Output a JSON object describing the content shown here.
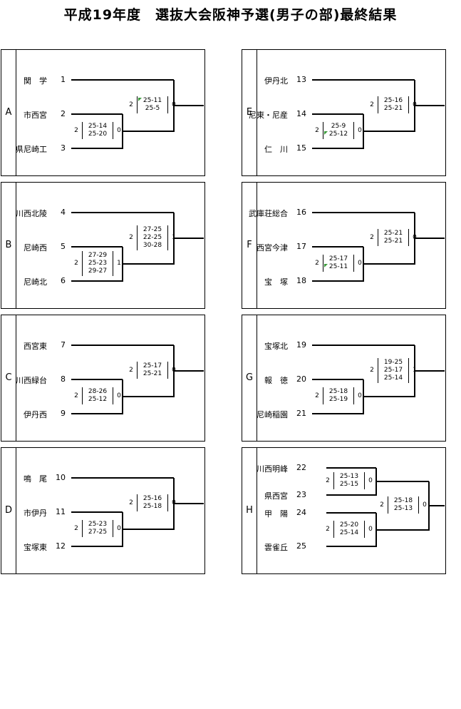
{
  "title": "平成19年度　選抜大会阪神予選(男子の部)最終結果",
  "blocks": [
    {
      "letter": "A",
      "teams": [
        {
          "name": "関　学",
          "seed": "1"
        },
        {
          "name": "市西宮",
          "seed": "2"
        },
        {
          "name": "県尼崎工",
          "seed": "3"
        }
      ],
      "match1": {
        "sets": [
          "25-14",
          "25-20"
        ],
        "left_sets": "2",
        "right_sets": "0"
      },
      "final": {
        "sets": [
          "25-11",
          "25-5"
        ],
        "left_sets": "2",
        "right_sets": "0"
      }
    },
    {
      "letter": "B",
      "teams": [
        {
          "name": "川西北陵",
          "seed": "4"
        },
        {
          "name": "尼崎西",
          "seed": "5"
        },
        {
          "name": "尼崎北",
          "seed": "6"
        }
      ],
      "match1": {
        "sets": [
          "27-29",
          "25-23",
          "29-27"
        ],
        "left_sets": "2",
        "right_sets": "1"
      },
      "final": {
        "sets": [
          "27-25",
          "22-25",
          "30-28"
        ],
        "left_sets": "2",
        "right_sets": "1"
      }
    },
    {
      "letter": "C",
      "teams": [
        {
          "name": "西宮東",
          "seed": "7"
        },
        {
          "name": "川西緑台",
          "seed": "8"
        },
        {
          "name": "伊丹西",
          "seed": "9"
        }
      ],
      "match1": {
        "sets": [
          "28-26",
          "25-12"
        ],
        "left_sets": "2",
        "right_sets": "0"
      },
      "final": {
        "sets": [
          "25-17",
          "25-21"
        ],
        "left_sets": "2",
        "right_sets": "0"
      }
    },
    {
      "letter": "D",
      "teams": [
        {
          "name": "鳴　尾",
          "seed": "10"
        },
        {
          "name": "市伊丹",
          "seed": "11"
        },
        {
          "name": "宝塚東",
          "seed": "12"
        }
      ],
      "match1": {
        "sets": [
          "25-23",
          "27-25"
        ],
        "left_sets": "2",
        "right_sets": "0"
      },
      "final": {
        "sets": [
          "25-16",
          "25-18"
        ],
        "left_sets": "2",
        "right_sets": "0"
      }
    },
    {
      "letter": "E",
      "teams": [
        {
          "name": "伊丹北",
          "seed": "13"
        },
        {
          "name": "尼東・尼産",
          "seed": "14"
        },
        {
          "name": "仁　川",
          "seed": "15"
        }
      ],
      "match1": {
        "sets": [
          "25-9",
          "25-12"
        ],
        "left_sets": "2",
        "right_sets": "0"
      },
      "final": {
        "sets": [
          "25-16",
          "25-21"
        ],
        "left_sets": "2",
        "right_sets": "0"
      }
    },
    {
      "letter": "F",
      "teams": [
        {
          "name": "武庫荘総合",
          "seed": "16"
        },
        {
          "name": "西宮今津",
          "seed": "17"
        },
        {
          "name": "宝　塚",
          "seed": "18"
        }
      ],
      "match1": {
        "sets": [
          "25-17",
          "25-11"
        ],
        "left_sets": "2",
        "right_sets": "0"
      },
      "final": {
        "sets": [
          "25-21",
          "25-21"
        ],
        "left_sets": "2",
        "right_sets": "0"
      }
    },
    {
      "letter": "G",
      "teams": [
        {
          "name": "宝塚北",
          "seed": "19"
        },
        {
          "name": "報　徳",
          "seed": "20"
        },
        {
          "name": "尼崎稲園",
          "seed": "21"
        }
      ],
      "match1": {
        "sets": [
          "25-18",
          "25-19"
        ],
        "left_sets": "2",
        "right_sets": "0"
      },
      "final": {
        "sets": [
          "19-25",
          "25-17",
          "25-14"
        ],
        "left_sets": "2",
        "right_sets": "1"
      }
    },
    {
      "letter": "H",
      "teams": [
        {
          "name": "川西明峰",
          "seed": "22"
        },
        {
          "name": "県西宮",
          "seed": "23"
        },
        {
          "name": "甲　陽",
          "seed": "24"
        },
        {
          "name": "雲雀丘",
          "seed": "25"
        }
      ],
      "match_top": {
        "sets": [
          "25-13",
          "25-15"
        ],
        "left_sets": "2",
        "right_sets": "0"
      },
      "match_bottom": {
        "sets": [
          "25-20",
          "25-14"
        ],
        "left_sets": "2",
        "right_sets": "0"
      },
      "final": {
        "sets": [
          "25-18",
          "25-13"
        ],
        "left_sets": "2",
        "right_sets": "0"
      }
    }
  ]
}
